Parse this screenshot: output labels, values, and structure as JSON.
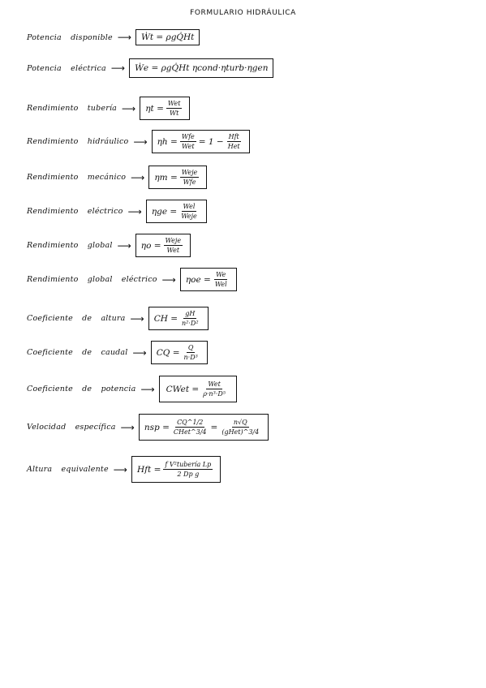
{
  "title": "FORMULARIO HIDRÁULICA",
  "rows": [
    {
      "label": "Potencia disponible",
      "eq": "Ẇt = ρgQ̇Ht"
    },
    {
      "label": "Potencia eléctrica",
      "eq": "Ẇe = ρgQ̇Ht ηcond·ηturb·ηgen"
    },
    {
      "label": "Rendimiento tubería",
      "lhs": "ηt =",
      "num": "Wet",
      "den": "Wt"
    },
    {
      "label": "Rendimiento hidráulico",
      "lhs": "ηh =",
      "num": "Wfe",
      "den": "Wet",
      "rhs": "= 1 −",
      "num2": "Hft",
      "den2": "Het"
    },
    {
      "label": "Rendimiento mecánico",
      "lhs": "ηm =",
      "num": "Weje",
      "den": "Wfe"
    },
    {
      "label": "Rendimiento eléctrico",
      "lhs": "ηge =",
      "num": "Wel",
      "den": "Weje"
    },
    {
      "label": "Rendimiento global",
      "lhs": "ηo =",
      "num": "Weje",
      "den": "Wet"
    },
    {
      "label": "Rendimiento global eléctrico",
      "lhs": "ηoe =",
      "num": "We",
      "den": "Wel"
    },
    {
      "label": "Coeficiente de altura",
      "lhs": "CH =",
      "num": "gH",
      "den": "n²·D²"
    },
    {
      "label": "Coeficiente de caudal",
      "lhs": "CQ =",
      "num": "Q",
      "den": "n·D³"
    },
    {
      "label": "Coeficiente de potencia",
      "lhs": "CWet =",
      "num": "Wet",
      "den": "ρ·n³·D⁵"
    },
    {
      "label": "Velocidad específica",
      "lhs": "nsp =",
      "num": "CQ^1/2",
      "den": "CHet^3/4",
      "rhs": "=",
      "num2": "n√Q",
      "den2": "(gHet)^3/4"
    },
    {
      "label": "Altura equivalente",
      "lhs": "Hft =",
      "num": "f V²tubería Lp",
      "den": "2 Dp g"
    }
  ],
  "arrow": "⟶"
}
